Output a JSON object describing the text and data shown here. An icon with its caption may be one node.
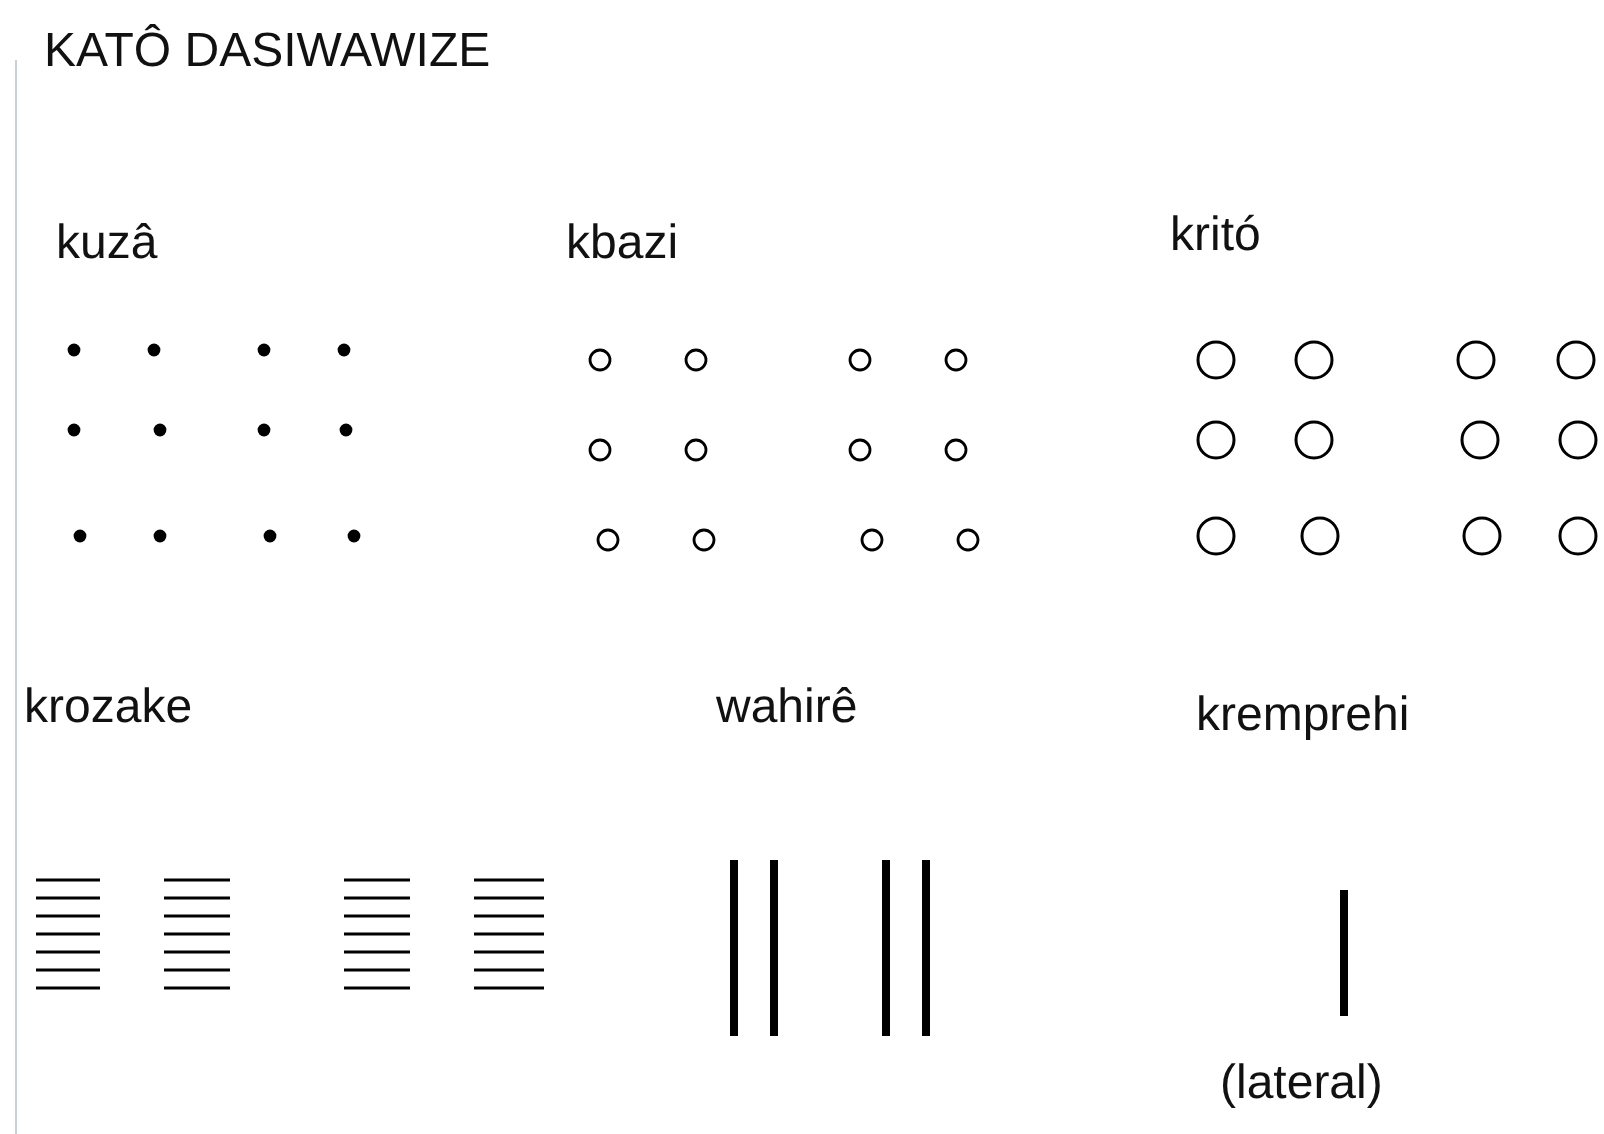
{
  "diagram": {
    "title": "KATÔ DASIWAWIZE",
    "labels": [
      "kuzâ",
      "kbazi",
      "kritó",
      "krozake",
      "wahirê",
      "kremprehi",
      "(lateral)"
    ]
  }
}
